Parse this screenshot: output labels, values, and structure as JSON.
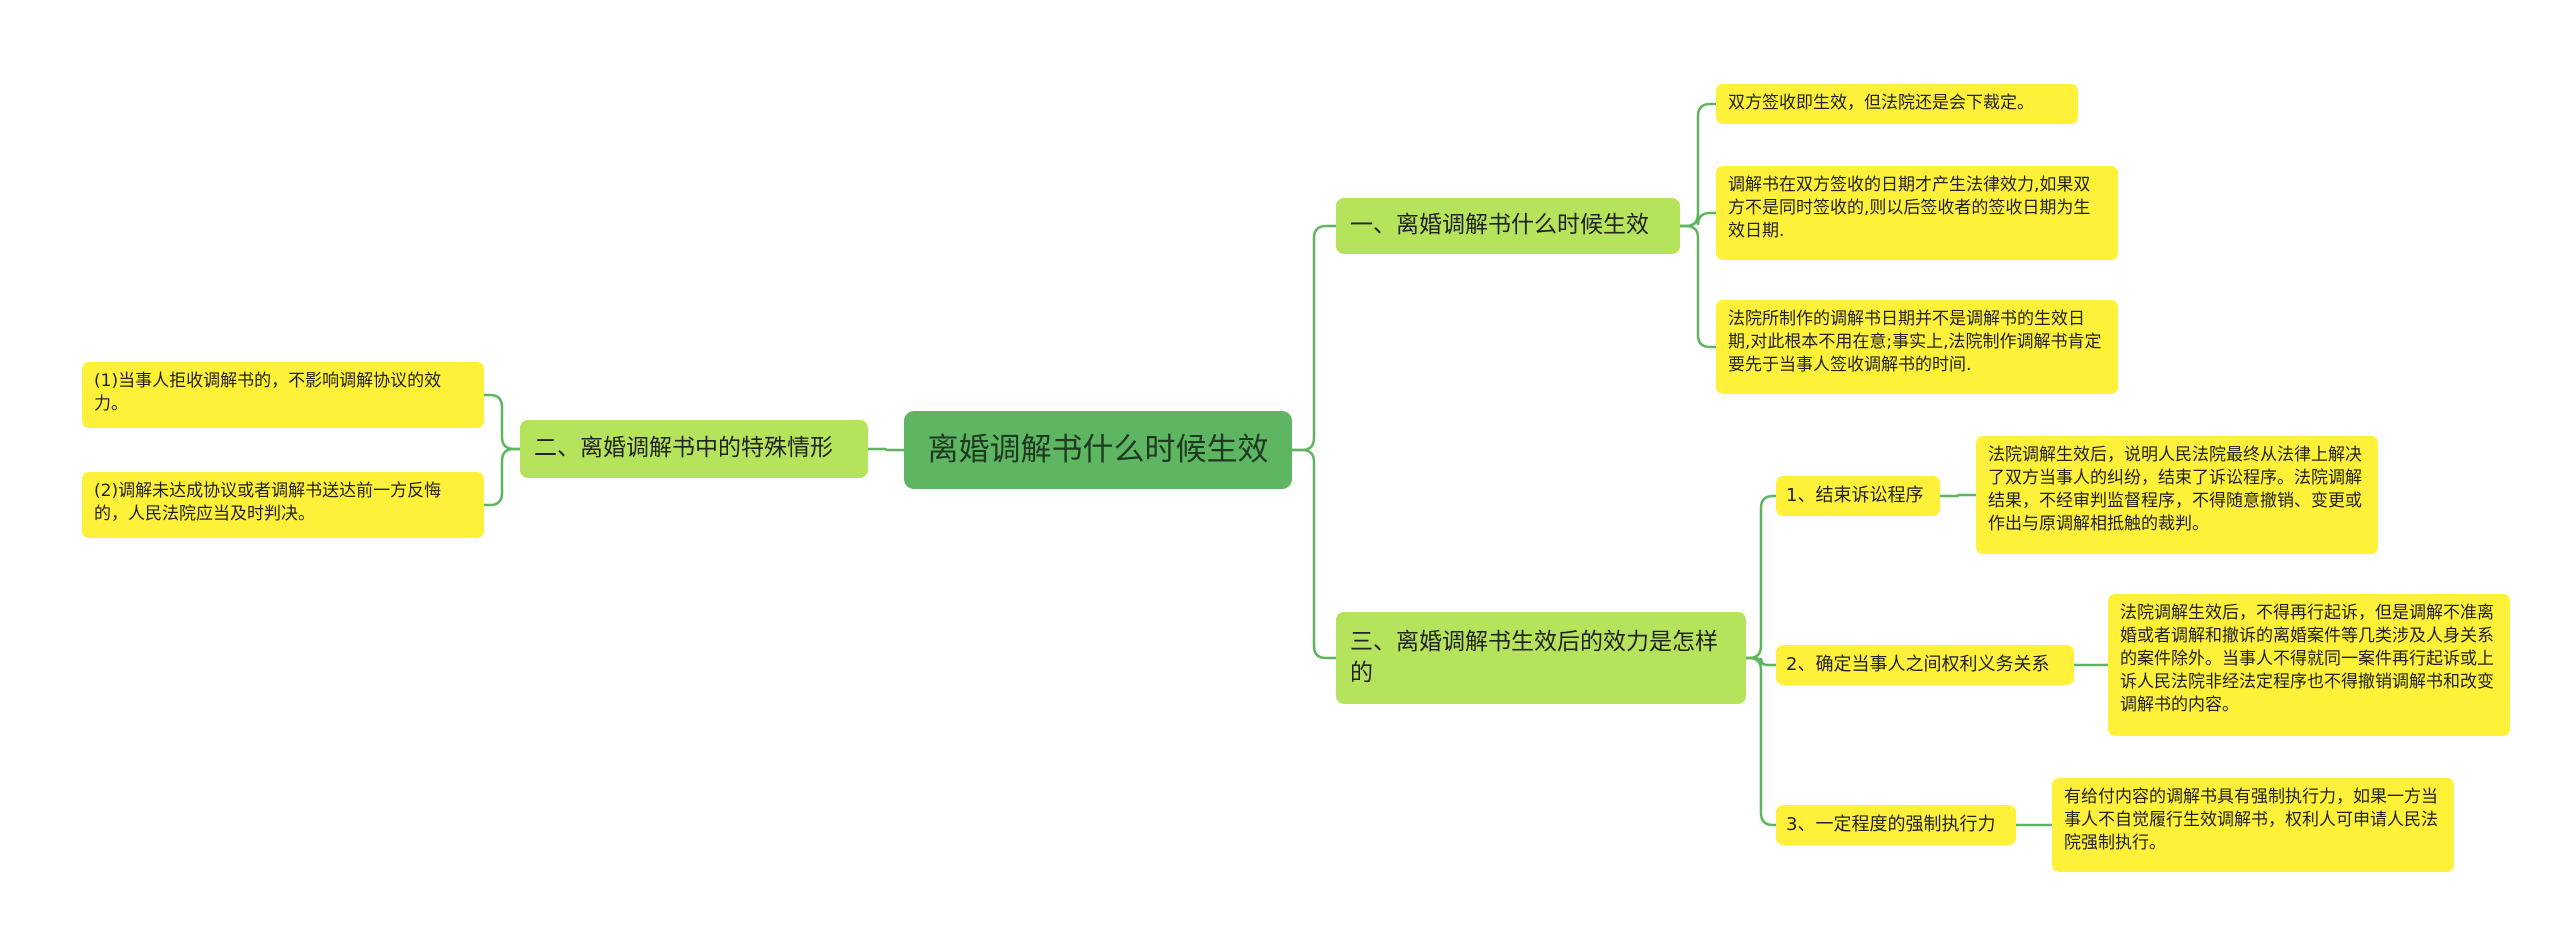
{
  "root": {
    "label": "离婚调解书什么时候生效"
  },
  "branches": [
    {
      "label": "一、离婚调解书什么时候生效",
      "leaves": [
        "双方签收即生效，但法院还是会下裁定。",
        "调解书在双方签收的日期才产生法律效力,如果双方不是同时签收的,则以后签收者的签收日期为生效日期.",
        "法院所制作的调解书日期并不是调解书的生效日期,对此根本不用在意;事实上,法院制作调解书肯定要先于当事人签收调解书的时间."
      ]
    },
    {
      "label": "二、离婚调解书中的特殊情形",
      "leaves": [
        "(1)当事人拒收调解书的，不影响调解协议的效力。",
        "(2)调解未达成协议或者调解书送达前一方反悔的，人民法院应当及时判决。"
      ]
    },
    {
      "label": "三、离婚调解书生效后的效力是怎样的",
      "subs": [
        {
          "label": "1、结束诉讼程序",
          "leaf": "法院调解生效后，说明人民法院最终从法律上解决了双方当事人的纠纷，结束了诉讼程序。法院调解结果，不经审判监督程序，不得随意撤销、变更或作出与原调解相抵触的裁判。"
        },
        {
          "label": "2、确定当事人之间权利义务关系",
          "leaf": "法院调解生效后，不得再行起诉，但是调解不准离婚或者调解和撤诉的离婚案件等几类涉及人身关系的案件除外。当事人不得就同一案件再行起诉或上诉人民法院非经法定程序也不得撤销调解书和改变调解书的内容。"
        },
        {
          "label": "3、一定程度的强制执行力",
          "leaf": "有给付内容的调解书具有强制执行力，如果一方当事人不自觉履行生效调解书，权利人可申请人民法院强制执行。"
        }
      ]
    }
  ],
  "colors": {
    "root": "#5eb663",
    "branch": "#b5e35c",
    "leaf": "#fff13a",
    "line": "#5fb55f"
  }
}
